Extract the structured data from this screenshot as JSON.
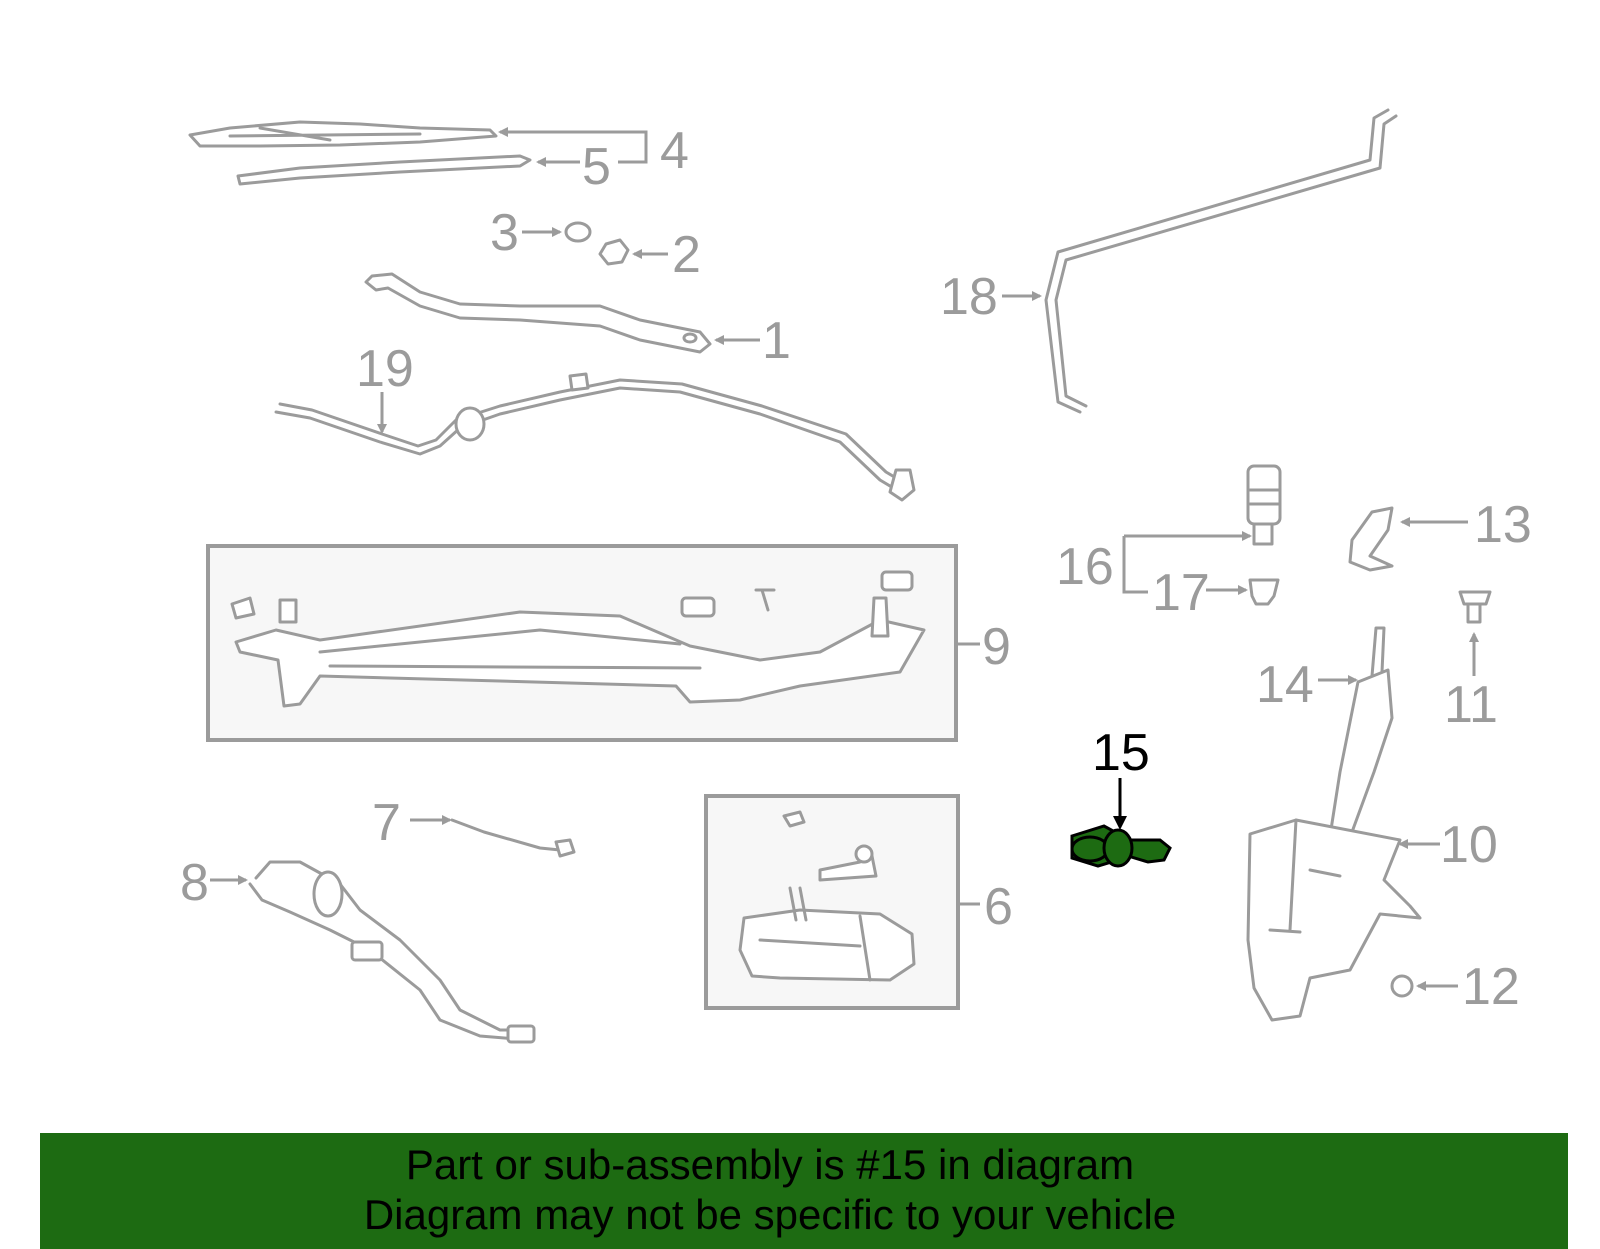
{
  "callouts": {
    "c1": "1",
    "c2": "2",
    "c3": "3",
    "c4": "4",
    "c5": "5",
    "c6": "6",
    "c7": "7",
    "c8": "8",
    "c9": "9",
    "c10": "10",
    "c11": "11",
    "c12": "12",
    "c13": "13",
    "c14": "14",
    "c15": "15",
    "c16": "16",
    "c17": "17",
    "c18": "18",
    "c19": "19"
  },
  "highlighted_part": "15",
  "banner": {
    "line1": "Part or sub-assembly is #15 in diagram",
    "line2": "Diagram may not be specific to your vehicle"
  },
  "colors": {
    "part_stroke": "#9b9b9b",
    "highlight_fill": "#1d6b12",
    "banner_bg": "#1d6b12"
  }
}
